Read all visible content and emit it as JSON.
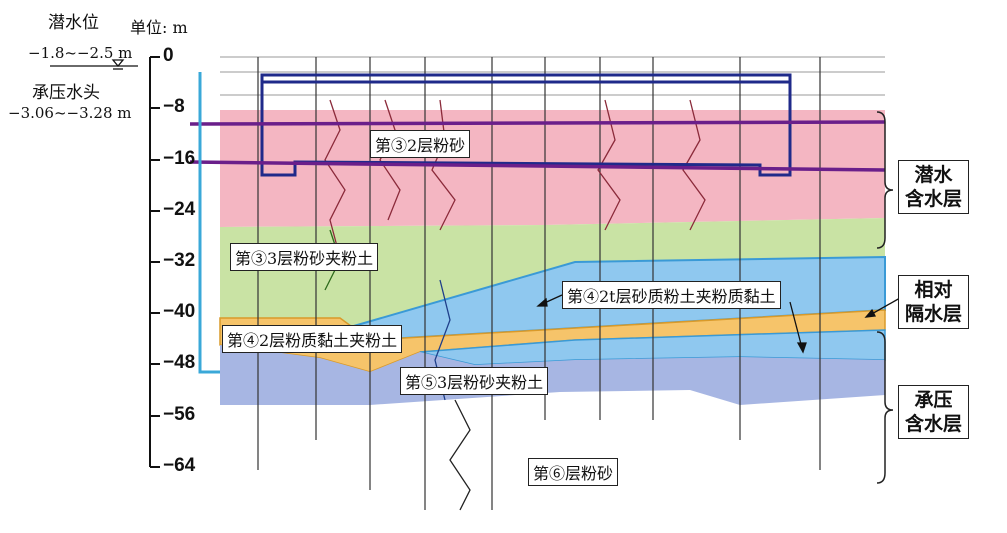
{
  "header": {
    "phreatic_label": "潜水位",
    "unit_label": "单位: m",
    "phreatic_range": "−1.8~−2.5 m",
    "confined_label": "承压水头",
    "confined_range": "−3.06~−3.28 m"
  },
  "axis": {
    "ticks": [
      "0",
      "−8",
      "−16",
      "−24",
      "−32",
      "−40",
      "−48",
      "−56",
      "−64"
    ]
  },
  "layers": {
    "l32": "第③2层粉砂",
    "l33": "第③3层粉砂夹粉土",
    "l42t": "第④2t层砂质粉土夹粉质黏土",
    "l42": "第④2层粉质黏土夹粉土",
    "l53": "第⑤3层粉砂夹粉土",
    "l6": "第⑥层粉砂"
  },
  "zones": {
    "phreatic": [
      "潜水",
      "含水层"
    ],
    "aquitard": [
      "相对",
      "隔水层"
    ],
    "confined": [
      "承压",
      "含水层"
    ]
  },
  "colors": {
    "pink": "#f4b6c2",
    "green": "#c9e3a4",
    "blue": "#8fc8ef",
    "orange": "#f6c46a",
    "purple": "#a7b6e3",
    "pit": "#1f2a8a"
  }
}
